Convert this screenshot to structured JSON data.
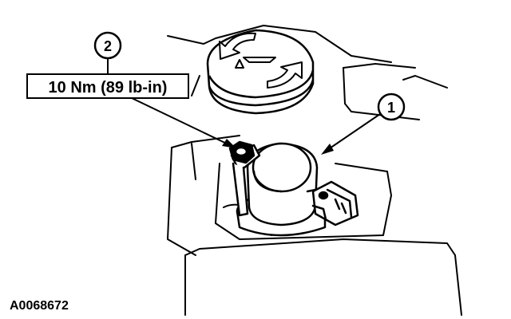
{
  "callouts": [
    {
      "number": "1"
    },
    {
      "number": "2"
    }
  ],
  "torque_spec": "10 Nm (89 lb-in)",
  "figure_id": "A0068672"
}
